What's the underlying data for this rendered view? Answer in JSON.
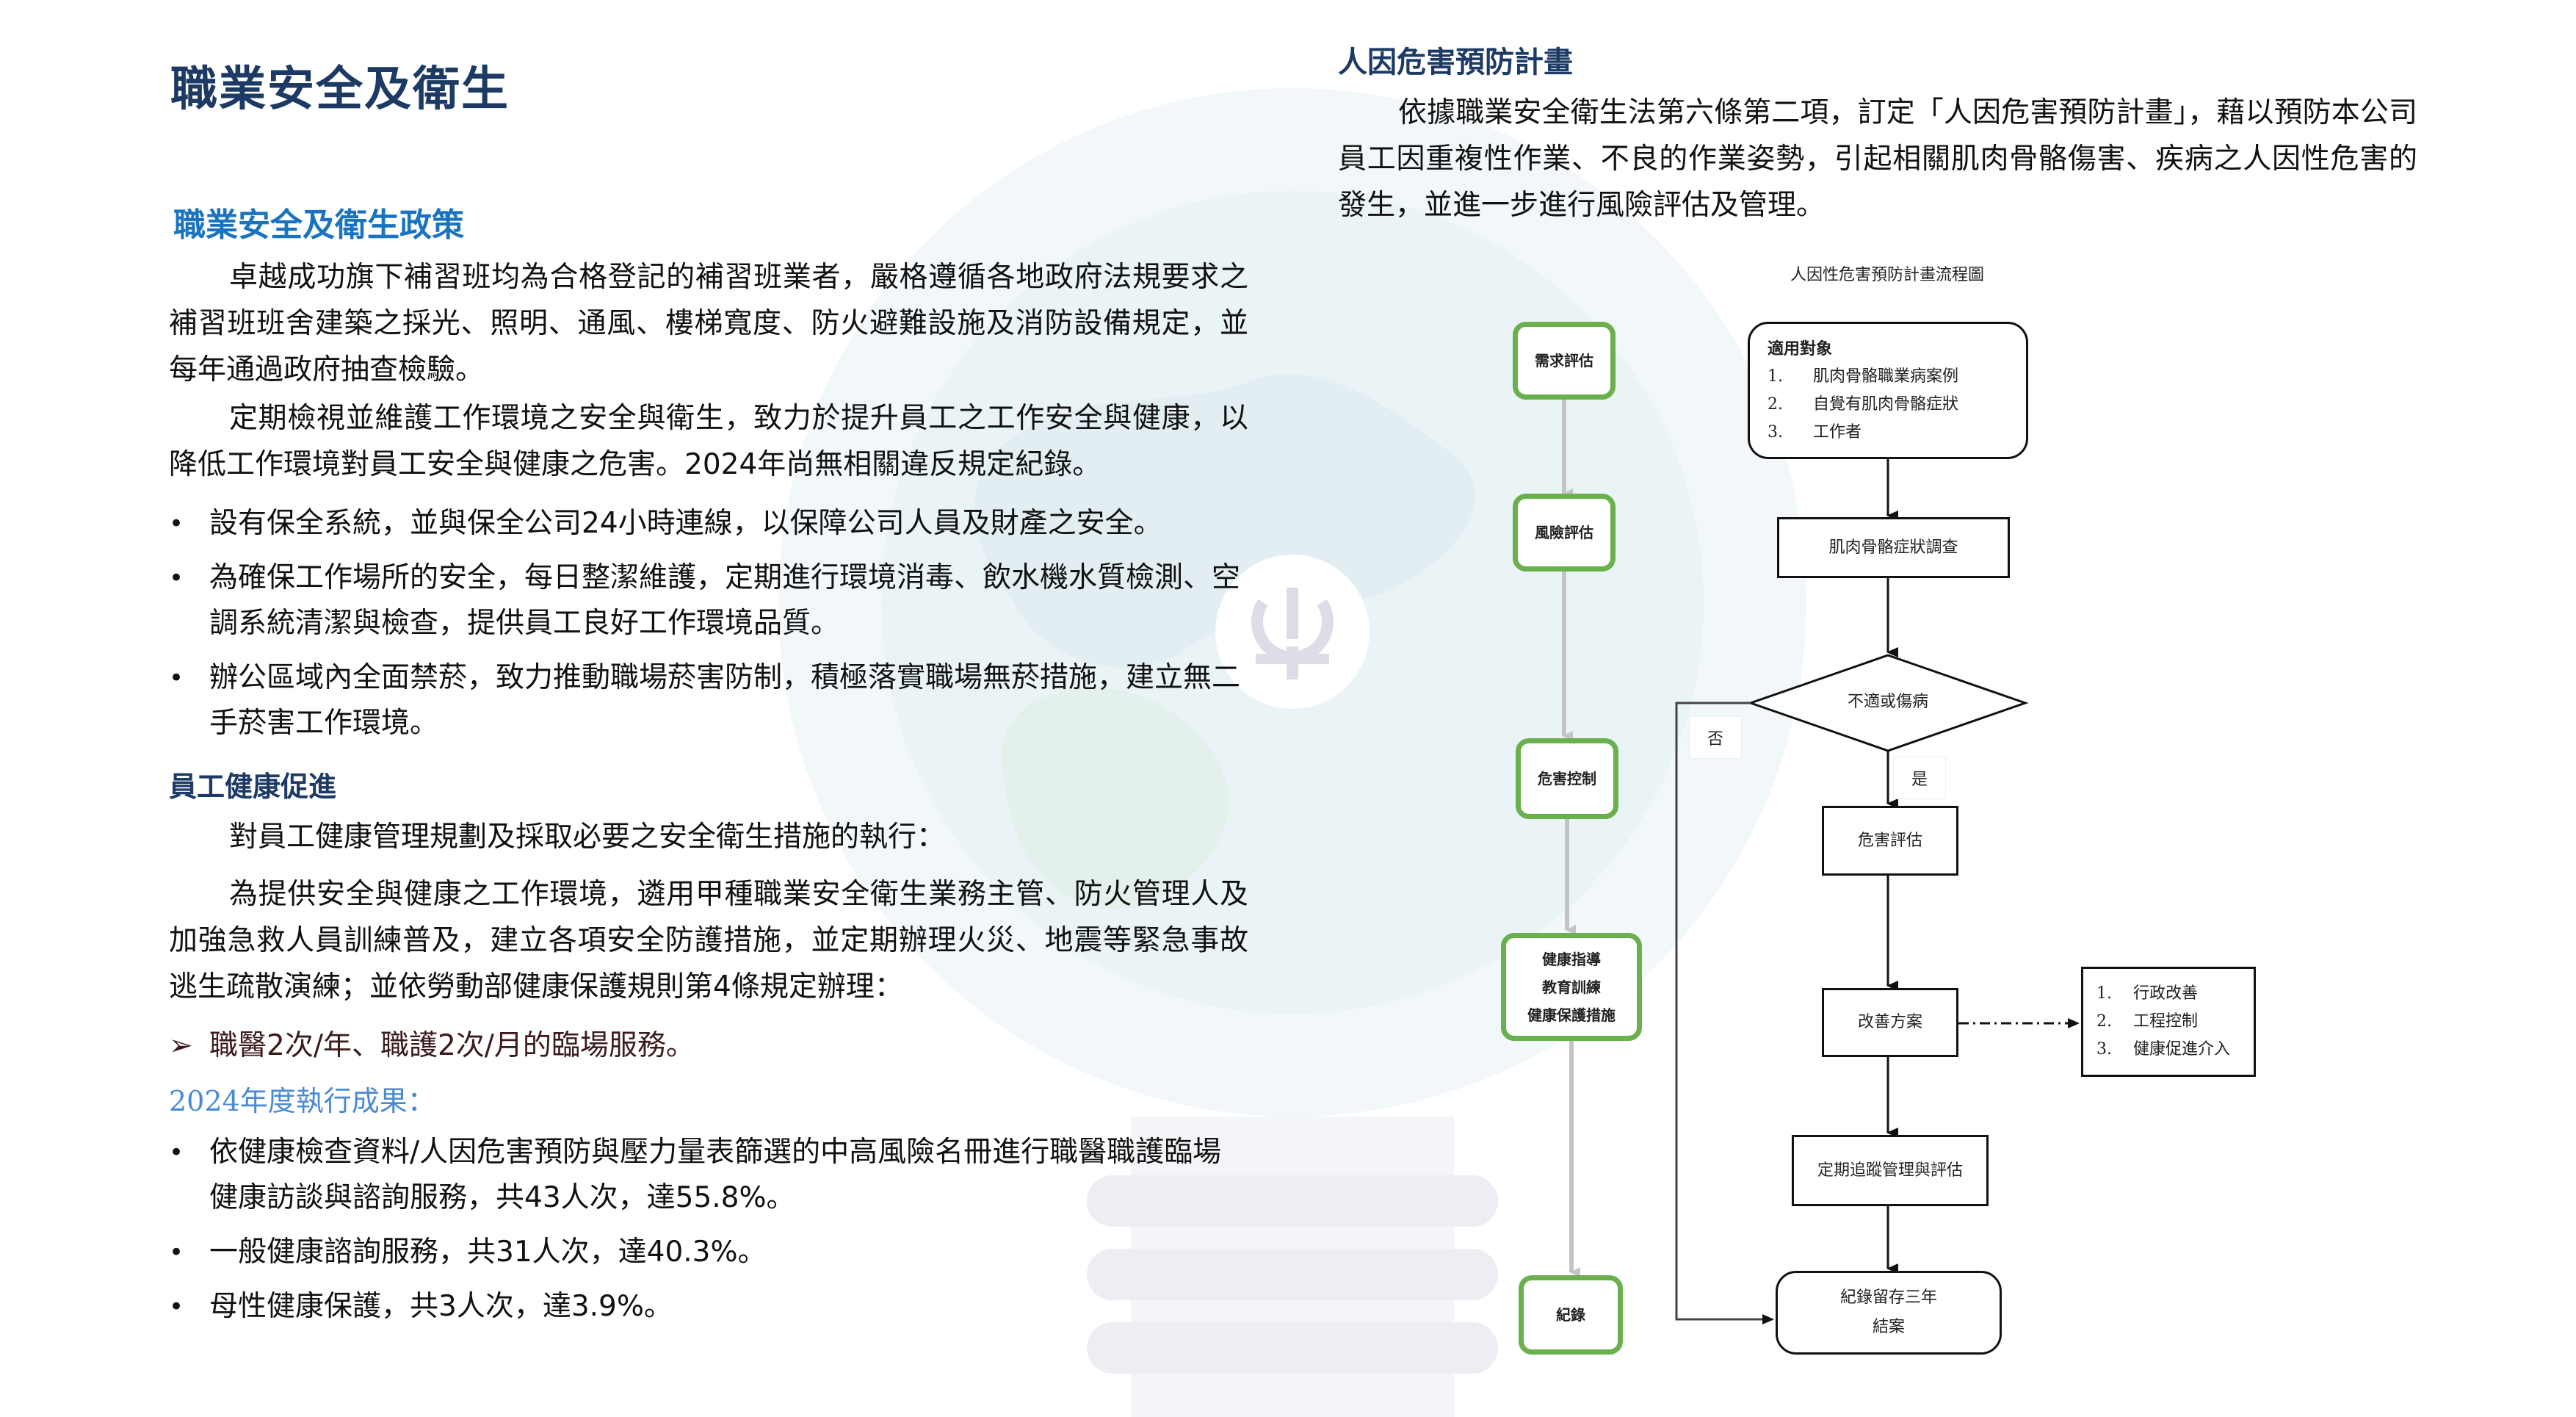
{
  "left": {
    "title": "職業安全及衛生",
    "policy": {
      "heading": "職業安全及衛生政策",
      "paragraphs": [
        "卓越成功旗下補習班均為合格登記的補習班業者，嚴格遵循各地政府法規要求之補習班班舍建築之採光、照明、通風、樓梯寬度、防火避難設施及消防設備規定，並每年通過政府抽查檢驗。",
        "定期檢視並維護工作環境之安全與衛生，致力於提升員工之工作安全與健康，以降低工作環境對員工安全與健康之危害。2024年尚無相關違反規定紀錄。"
      ],
      "bullets": [
        "設有保全系統，並與保全公司24小時連線，以保障公司人員及財產之安全。",
        "為確保工作場所的安全，每日整潔維護，定期進行環境消毒、飲水機水質檢測、空調系統清潔與檢查，提供員工良好工作環境品質。",
        "辦公區域內全面禁菸，致力推動職場菸害防制，積極落實職場無菸措施，建立無二手菸害工作環境。"
      ]
    },
    "health": {
      "heading": "員工健康促進",
      "paragraphs": [
        "對員工健康管理規劃及採取必要之安全衛生措施的執行：",
        "為提供安全與健康之工作環境，遴用甲種職業安全衛生業務主管、防火管理人及加強急救人員訓練普及，建立各項安全防護措施，並定期辦理火災、地震等緊急事故逃生疏散演練；並依勞動部健康保護規則第4條規定辦理："
      ],
      "arrow_item": "職醫2次/年、職護2次/月的臨場服務。",
      "results_heading": "2024年度執行成果：",
      "results": [
        "依健康檢查資料/人因危害預防與壓力量表篩選的中高風險名冊進行職醫職護臨場健康訪談與諮詢服務，共43人次，達55.8%。",
        "一般健康諮詢服務，共31人次，達40.3%。",
        "母性健康保護，共3人次，達3.9%。"
      ]
    }
  },
  "right": {
    "heading": "人因危害預防計畫",
    "paragraph": "依據職業安全衛生法第六條第二項，訂定「人因危害預防計畫」，藉以預防本公司員工因重複性作業、不良的作業姿勢，引起相關肌肉骨骼傷害、疾病之人因性危害的發生，並進一步進行風險評估及管理。",
    "flowchart": {
      "title": "人因性危害預防計畫流程圖",
      "stages": [
        {
          "lines": [
            "需求評估"
          ]
        },
        {
          "lines": [
            "風險評估"
          ]
        },
        {
          "lines": [
            "危害控制"
          ]
        },
        {
          "lines": [
            "健康指導",
            "教育訓練",
            "健康保護措施"
          ]
        },
        {
          "lines": [
            "紀錄"
          ]
        }
      ],
      "target_box": {
        "heading": "適用對象",
        "items": [
          {
            "num": "1.",
            "text": "肌肉骨骼職業病案例"
          },
          {
            "num": "2.",
            "text": "自覺有肌肉骨骼症狀"
          },
          {
            "num": "3.",
            "text": "工作者"
          }
        ]
      },
      "survey": "肌肉骨骼症狀調查",
      "decision": "不適或傷病",
      "no_label": "否",
      "yes_label": "是",
      "hazard_eval": "危害評估",
      "improvement": "改善方案",
      "improvement_items": [
        {
          "num": "1.",
          "text": "行政改善"
        },
        {
          "num": "2.",
          "text": "工程控制"
        },
        {
          "num": "3.",
          "text": "健康促進介入"
        }
      ],
      "tracking": "定期追蹤管理與評估",
      "archive": [
        "紀錄留存三年",
        "結案"
      ]
    }
  },
  "colors": {
    "title": "#1c3a64",
    "policy_heading": "#1a73c0",
    "results_heading": "#4a8ad4",
    "arrow_item": "#3b1a1a",
    "stage_border": "#6ab04c"
  }
}
